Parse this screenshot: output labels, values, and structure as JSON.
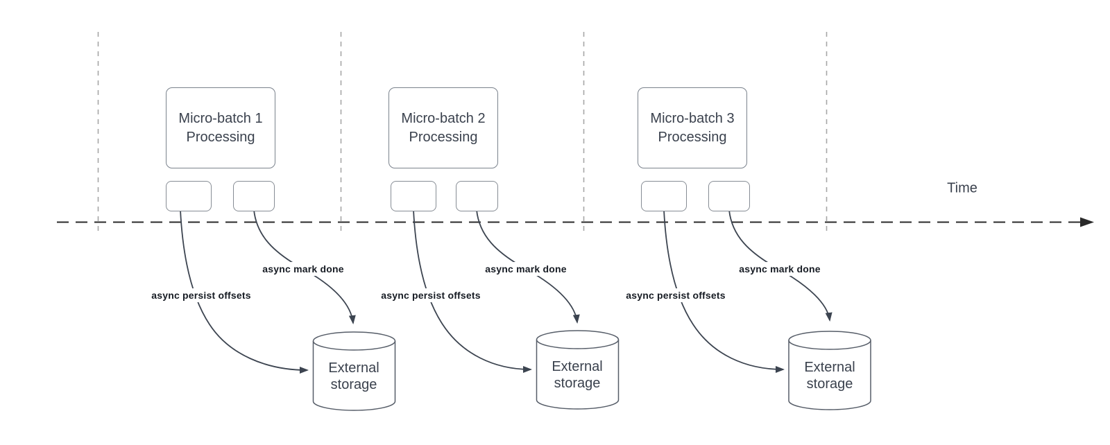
{
  "axis": {
    "time_label": "Time"
  },
  "sections": [
    {
      "box_label": "Micro-batch 1\nProcessing",
      "persist_label": "async persist offsets",
      "mark_done_label": "async mark done",
      "storage_label": "External\nstorage"
    },
    {
      "box_label": "Micro-batch 2\nProcessing",
      "persist_label": "async persist offsets",
      "mark_done_label": "async mark done",
      "storage_label": "External\nstorage"
    },
    {
      "box_label": "Micro-batch 3\nProcessing",
      "persist_label": "async persist offsets",
      "mark_done_label": "async mark done",
      "storage_label": "External\nstorage"
    }
  ],
  "colors": {
    "background": "#ffffff",
    "shape_stroke": "#7a828c",
    "small_stroke": "#868c94",
    "cyl_stroke": "#565d68",
    "arrow_stroke": "#3c4450",
    "axis_stroke": "#2a2a2a",
    "guide_stroke": "#a6a6a6",
    "text": "#3a414d",
    "label_text": "#161b23"
  }
}
